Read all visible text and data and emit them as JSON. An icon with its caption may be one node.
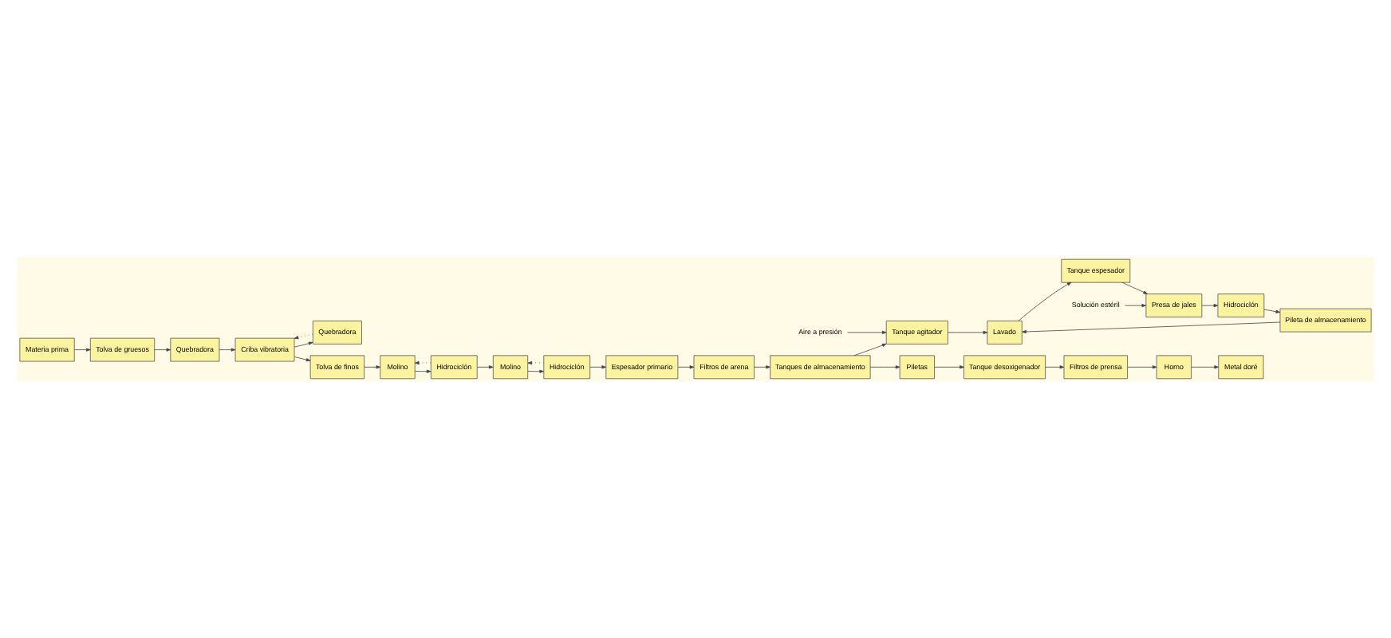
{
  "diagram": {
    "nodes": [
      {
        "text": [
          "Materia prima"
        ]
      },
      {
        "text": [
          "Tolva de gruesos"
        ]
      },
      {
        "text": [
          "Quebradora"
        ]
      },
      {
        "text": [
          "Criba vibratoria"
        ]
      },
      {
        "text": [
          "Quebradora"
        ]
      },
      {
        "text": [
          "Tolva de finos"
        ]
      },
      {
        "text": [
          "Molino"
        ]
      },
      {
        "text": [
          "Hidrociclón"
        ]
      },
      {
        "text": [
          "Molino"
        ]
      },
      {
        "text": [
          "Hidrociclón"
        ]
      },
      {
        "text": [
          "Espesador primario"
        ]
      },
      {
        "text": [
          "Filtros de arena"
        ]
      },
      {
        "text": [
          "Tanques de almacenamiento"
        ]
      },
      {
        "text": [
          "Tanque agitador"
        ]
      },
      {
        "text": [
          "Lavado"
        ]
      },
      {
        "text": [
          "Tanque espesador"
        ]
      },
      {
        "text": [
          "Presa de jales"
        ]
      },
      {
        "text": [
          "Hidrociclón"
        ]
      },
      {
        "text": [
          "Pileta de almacenamiento"
        ]
      },
      {
        "text": [
          "Piletas"
        ]
      },
      {
        "text": [
          "Tanque desoxigenador"
        ]
      },
      {
        "text": [
          "Filtros de prensa"
        ]
      },
      {
        "text": [
          "Horno"
        ]
      },
      {
        "text": [
          "Metal doré"
        ]
      },
      {
        "text": [
          "Aire a presión"
        ]
      },
      {
        "text": [
          "Solución estéril"
        ]
      }
    ],
    "edges": [
      {
        "from": 0,
        "to": 1,
        "arrow": "to"
      },
      {
        "from": 1,
        "to": 2,
        "arrow": "to"
      },
      {
        "from": 2,
        "to": 3,
        "arrow": "to"
      },
      {
        "from": 3,
        "to": 4,
        "arrow": "to"
      },
      {
        "from": 4,
        "to": 3,
        "arrow": "to",
        "style": "dashed"
      },
      {
        "from": 3,
        "to": 5,
        "arrow": "to"
      },
      {
        "from": 5,
        "to": 6,
        "arrow": "to"
      },
      {
        "from": 6,
        "to": 7,
        "arrow": "to"
      },
      {
        "from": 7,
        "to": 6,
        "arrow": "to",
        "style": "dashed"
      },
      {
        "from": 7,
        "to": 8,
        "arrow": "to"
      },
      {
        "from": 8,
        "to": 9,
        "arrow": "to"
      },
      {
        "from": 9,
        "to": 8,
        "arrow": "to",
        "style": "dashed"
      },
      {
        "from": 9,
        "to": 10,
        "arrow": "to"
      },
      {
        "from": 10,
        "to": 11,
        "arrow": "to"
      },
      {
        "from": 11,
        "to": 12,
        "arrow": "to"
      },
      {
        "from": 12,
        "to": 13,
        "arrow": "to"
      },
      {
        "from": 24,
        "to": 13,
        "arrow": "to"
      },
      {
        "from": 13,
        "to": 14,
        "arrow": "to"
      },
      {
        "from": 14,
        "to": 15,
        "arrow": "to"
      },
      {
        "from": 15,
        "to": 16,
        "arrow": "to"
      },
      {
        "from": 25,
        "to": 16,
        "arrow": "to"
      },
      {
        "from": 16,
        "to": 17,
        "arrow": "to"
      },
      {
        "from": 17,
        "to": 18,
        "arrow": "to"
      },
      {
        "from": 18,
        "to": 14,
        "arrow": "to"
      },
      {
        "from": 12,
        "to": 19,
        "arrow": "to"
      },
      {
        "from": 19,
        "to": 20,
        "arrow": "to"
      },
      {
        "from": 20,
        "to": 21,
        "arrow": "to"
      },
      {
        "from": 21,
        "to": 22,
        "arrow": "to"
      },
      {
        "from": 22,
        "to": 23,
        "arrow": "to"
      }
    ]
  }
}
